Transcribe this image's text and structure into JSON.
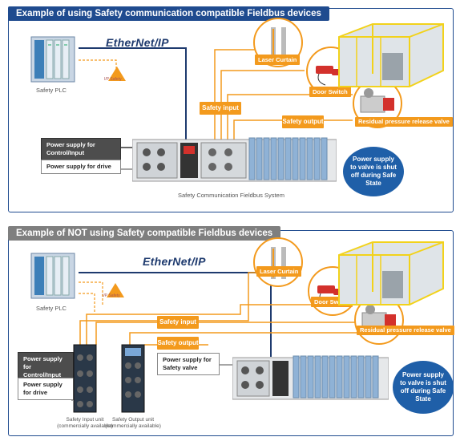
{
  "top": {
    "title": "Example of using Safety communication compatible Fieldbus devices",
    "title_color": "#1f4b8f",
    "ethernet_ip": "EtherNet/IP",
    "safety_plc": "Safety PLC",
    "plc_badge": "I/P Safety",
    "laser_curtain": "Laser Curtain",
    "door_switch": "Door Switch",
    "residual_valve": "Residual pressure release valve",
    "safety_input": "Safety input",
    "safety_output": "Safety output",
    "ps_control": "Power supply for Control/Input",
    "ps_drive": "Power supply for drive",
    "bubble": "Power supply to valve is shut off during Safe State",
    "system_label": "Safety Communication Fieldbus System"
  },
  "bottom": {
    "title": "Example of NOT using Safety compatible Fieldbus devices",
    "title_color": "#7f7f7f",
    "ethernet_ip": "EtherNet/IP",
    "safety_plc": "Safety PLC",
    "plc_badge": "I/P Safety",
    "laser_curtain": "Laser Curtain",
    "door_switch": "Door Switch",
    "residual_valve": "Residual pressure release valve",
    "safety_input": "Safety input",
    "safety_output": "Safety output",
    "ps_control": "Power supply for Control/Input",
    "ps_drive": "Power supply for drive",
    "ps_valve": "Power supply for Safety valve",
    "bubble": "Power supply to valve is shut off during Safe State",
    "input_unit": "Safety Input unit (commercially available)",
    "output_unit": "Safety Output unit (commercially available)"
  },
  "colors": {
    "orange": "#f39a1d",
    "navy": "#1e3a6e",
    "bubble_blue": "#1f5fa8",
    "cage_yellow": "#f2d21b"
  }
}
